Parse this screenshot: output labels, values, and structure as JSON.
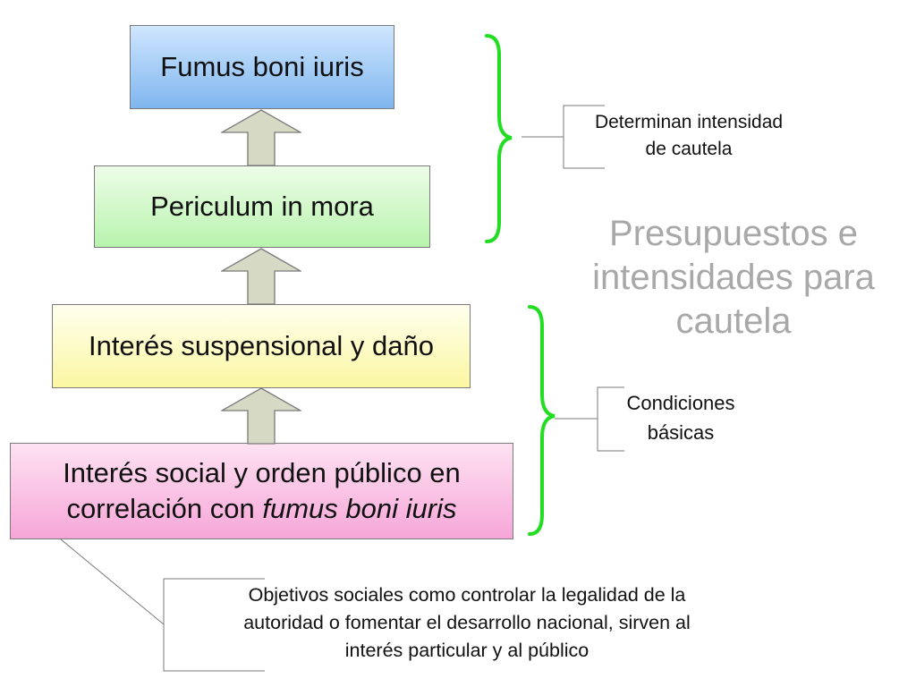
{
  "boxes": {
    "fumus": "Fumus boni iuris",
    "periculum": "Periculum in mora",
    "interes": "Interés suspensional y daño",
    "social": {
      "line1": "Interés social y orden público en",
      "line2_prefix": "correlación con ",
      "line2_emphasis": "fumus boni iuris"
    }
  },
  "notes": {
    "determinan": {
      "line1": "Determinan intensidad",
      "line2": "de cautela"
    },
    "condiciones": {
      "line1": "Condiciones",
      "line2": "básicas"
    },
    "objetivos": {
      "line1": "Objetivos sociales como controlar la legalidad de la",
      "line2": "autoridad o fomentar el desarrollo nacional, sirven al",
      "line3": "interés particular y al público"
    }
  },
  "title": {
    "line1": "Presupuestos e",
    "line2": "intensidades para",
    "line3": "cautela"
  },
  "colors": {
    "fumus_fill": "#7fb6ee",
    "periculum_fill": "#b8f3ad",
    "interes_fill": "#fbf7a2",
    "social_fill": "#f7a6d8",
    "arrow_fill": "#d6d9c3",
    "brace": "#22dd22",
    "title_text": "#a8a8a8"
  }
}
